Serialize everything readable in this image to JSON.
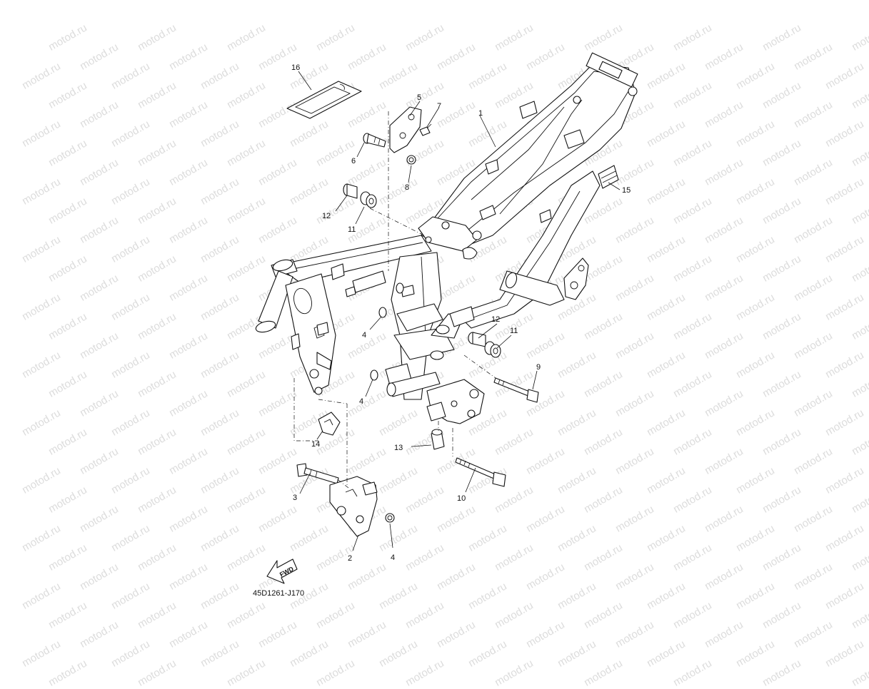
{
  "watermark": {
    "text": "motod.ru",
    "color": "#dcdcdc"
  },
  "diagram": {
    "drawing_code": "45D1261-J170",
    "fwd_label": "FWD",
    "callouts": [
      {
        "id": "c1",
        "label": "1"
      },
      {
        "id": "c2",
        "label": "2"
      },
      {
        "id": "c3",
        "label": "3"
      },
      {
        "id": "c4a",
        "label": "4"
      },
      {
        "id": "c4b",
        "label": "4"
      },
      {
        "id": "c4c",
        "label": "4"
      },
      {
        "id": "c5",
        "label": "5"
      },
      {
        "id": "c6",
        "label": "6"
      },
      {
        "id": "c7",
        "label": "7"
      },
      {
        "id": "c8",
        "label": "8"
      },
      {
        "id": "c9",
        "label": "9"
      },
      {
        "id": "c10",
        "label": "10"
      },
      {
        "id": "c11a",
        "label": "11"
      },
      {
        "id": "c11b",
        "label": "11"
      },
      {
        "id": "c12a",
        "label": "12"
      },
      {
        "id": "c12b",
        "label": "12"
      },
      {
        "id": "c13",
        "label": "13"
      },
      {
        "id": "c14",
        "label": "14"
      },
      {
        "id": "c15",
        "label": "15"
      },
      {
        "id": "c16",
        "label": "16"
      }
    ]
  }
}
